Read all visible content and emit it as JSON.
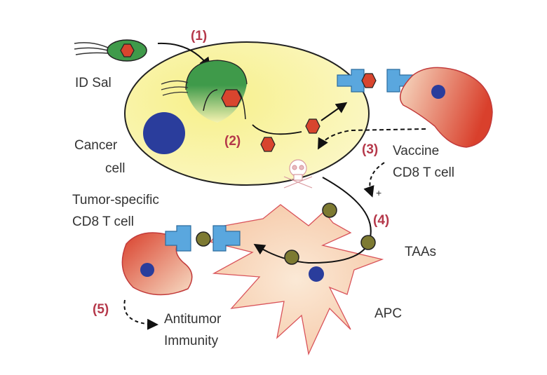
{
  "labels": {
    "id_sal": "ID Sal",
    "cancer_cell_line1": "Cancer",
    "cancer_cell_line2": "cell",
    "vaccine_line1": "Vaccine",
    "vaccine_line2": "CD8 T cell",
    "plus": "+",
    "tumor_specific_line1": "Tumor-specific",
    "tumor_specific_line2": "CD8 T cell",
    "taas": "TAAs",
    "apc": "APC",
    "antitumor_line1": "Antitumor",
    "antitumor_line2": "Immunity"
  },
  "steps": [
    "(1)",
    "(2)",
    "(3)",
    "(4)",
    "(5)"
  ],
  "colors": {
    "cancer_cell": "#f4ee8a",
    "bacterium": "#3f9a4a",
    "antigen": "#d8452e",
    "nucleus": "#2a3d9c",
    "receptor": "#5aa7de",
    "taa": "#7d7a32",
    "t_cell": "#d94a35",
    "step_label": "#b5384a"
  }
}
